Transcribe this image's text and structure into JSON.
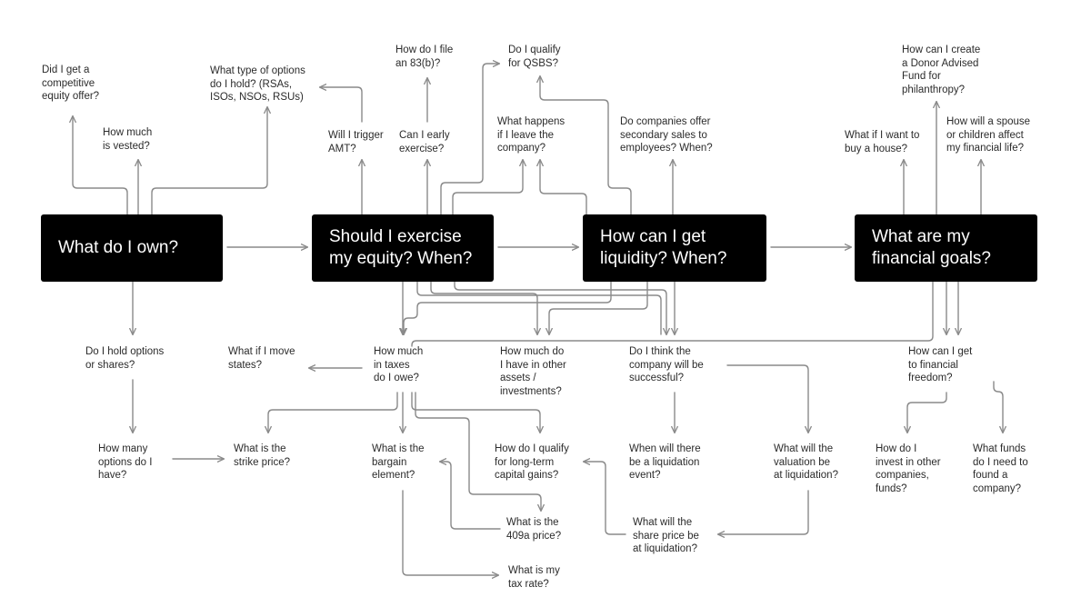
{
  "stages": {
    "own": "What do I own?",
    "exercise": "Should I exercise\nmy equity? When?",
    "liquidity": "How can I get\nliquidity? When?",
    "goals": "What are my\nfinancial goals?"
  },
  "questions": {
    "competitive_offer": "Did I get a\ncompetitive\nequity offer?",
    "options_type": "What type of options\ndo I hold? (RSAs,\nISOs, NSOs, RSUs)",
    "vested": "How much\nis vested?",
    "file_83b": "How do I file\nan 83(b)?",
    "qsbs": "Do I qualify\nfor QSBS?",
    "amt": "Will I trigger\nAMT?",
    "early_exercise": "Can I early\nexercise?",
    "leave_company": "What happens\nif I leave the\ncompany?",
    "secondary_sales": "Do companies offer\nsecondary sales to\nemployees? When?",
    "donor_advised": "How can I create\na Donor Advised\nFund for\nphilanthropy?",
    "buy_house": "What if I want to\nbuy a house?",
    "spouse_children": "How will a spouse\nor children affect\nmy financial life?",
    "options_or_shares": "Do I hold options\nor shares?",
    "move_states": "What if I move\nstates?",
    "taxes_owe": "How much\nin taxes\ndo I owe?",
    "other_assets": "How much do\nI have in other\nassets /\ninvestments?",
    "company_success": "Do I think the\ncompany will be\nsuccessful?",
    "financial_freedom": "How can I get\nto financial\nfreedom?",
    "how_many_options": "How many\noptions do I\nhave?",
    "strike_price": "What is the\nstrike price?",
    "bargain_element": "What is the\nbargain\nelement?",
    "ltcg": "How do I qualify\nfor long-term\ncapital gains?",
    "liquidity_event": "When will there\nbe a liquidation\nevent?",
    "valuation": "What will the\nvaluation be\nat liquidation?",
    "invest_other": "How do I\ninvest in other\ncompanies,\nfunds?",
    "found_company": "What funds\ndo I need to\nfound a\ncompany?",
    "price_409a": "What is the\n409a price?",
    "share_price": "What will the\nshare price be\nat liquidation?",
    "tax_rate": "What is my\ntax rate?"
  }
}
